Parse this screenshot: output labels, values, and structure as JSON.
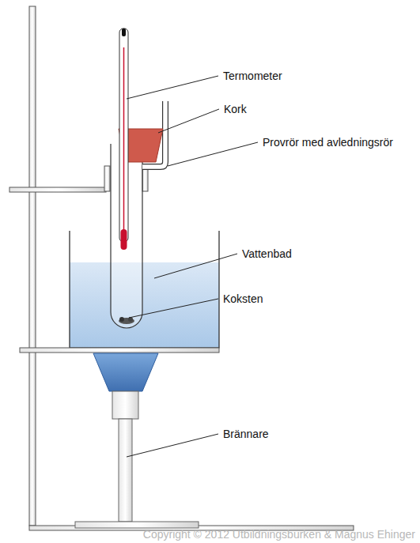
{
  "diagram": {
    "labels": [
      "Termometer",
      "Kork",
      "Provrör med avledningsrör",
      "Vattenbad",
      "Koksten",
      "Brännare",
      "Copyright © 2012 Utbildningsburken & Magnus Ehinger"
    ]
  }
}
